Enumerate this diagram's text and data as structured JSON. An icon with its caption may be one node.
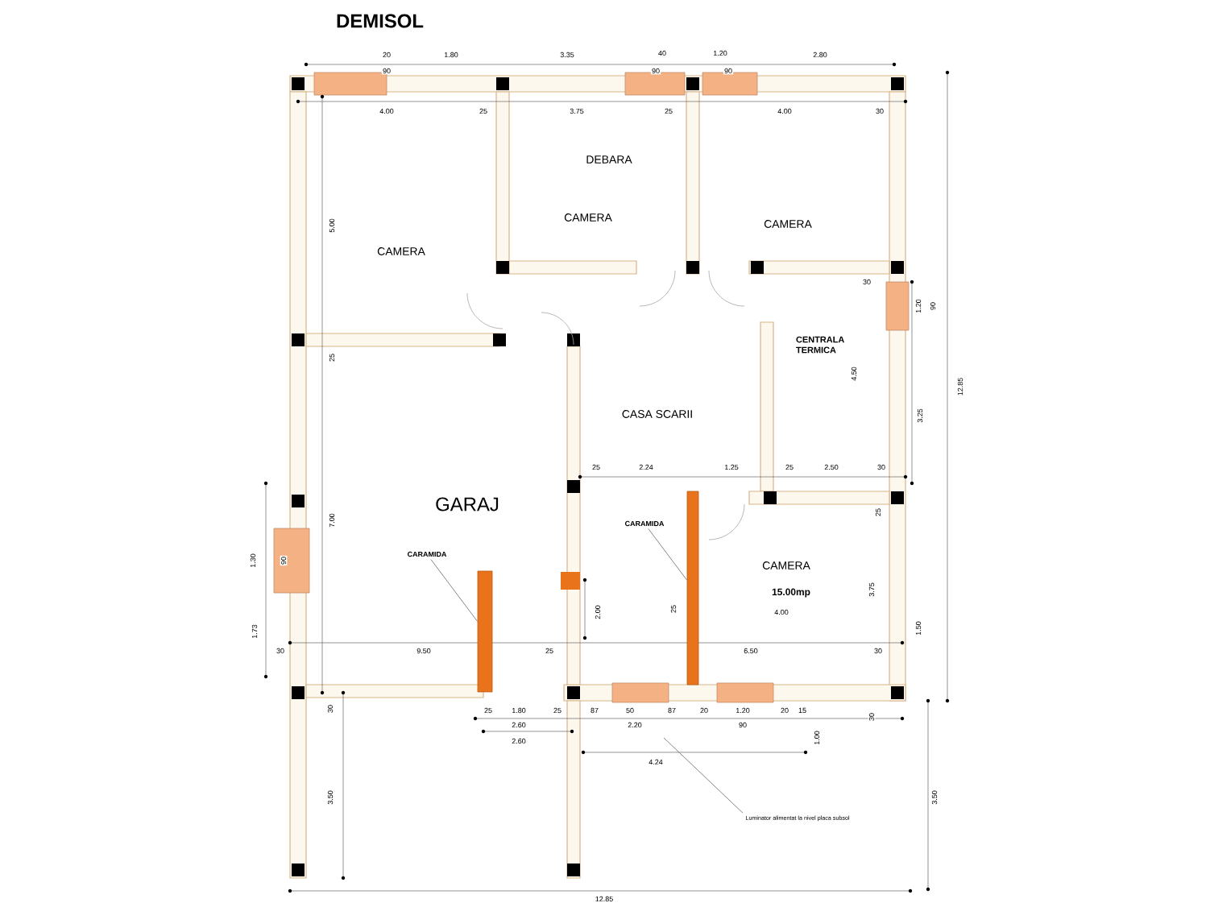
{
  "diagram": {
    "title": "DEMISOL",
    "nodes": [
      {
        "text": [
          "CARAMIDA"
        ]
      },
      {
        "text": [],
        "shape": "bar"
      },
      {
        "text": [
          "CARAMIDA"
        ]
      },
      {
        "text": [],
        "shape": "bar"
      },
      {
        "text": [
          "Luminator alimentat la nivel placa subsol"
        ]
      }
    ],
    "edges": [
      {
        "from": 0,
        "to": 1,
        "arrow": "none"
      },
      {
        "from": 2,
        "to": 3,
        "arrow": "none"
      },
      {
        "from": 4,
        "to": null,
        "arrow": "none"
      }
    ],
    "labels": [
      "20",
      "1.80",
      "3.35",
      "40",
      "1.20",
      "2.80",
      "90",
      "90",
      "90",
      "4.00",
      "25",
      "3.75",
      "25",
      "4.00",
      "30",
      "DEBARA",
      "CAMERA",
      "CAMERA",
      "5.00",
      "CAMERA",
      "30",
      "1.20",
      "90",
      "CENTRALA TERMICA",
      "4.50",
      "25",
      "12.85",
      "3.25",
      "CASA SCARII",
      "25",
      "2.24",
      "1.25",
      "25",
      "2.50",
      "30",
      "GARAJ",
      "25",
      "7.00",
      "1.30",
      "90",
      "CAMERA",
      "15.00mp",
      "3.75",
      "4.00",
      "2.00",
      "25",
      "1.73",
      "30",
      "9.50",
      "25",
      "6.50",
      "30",
      "1.50",
      "30",
      "30",
      "25",
      "1.80",
      "25",
      "87",
      "50",
      "87",
      "20",
      "1.20",
      "20",
      "15",
      "2.60",
      "2.20",
      "90",
      "2.60",
      "1.00",
      "4.24",
      "3.50",
      "3.50",
      "12.85"
    ]
  }
}
